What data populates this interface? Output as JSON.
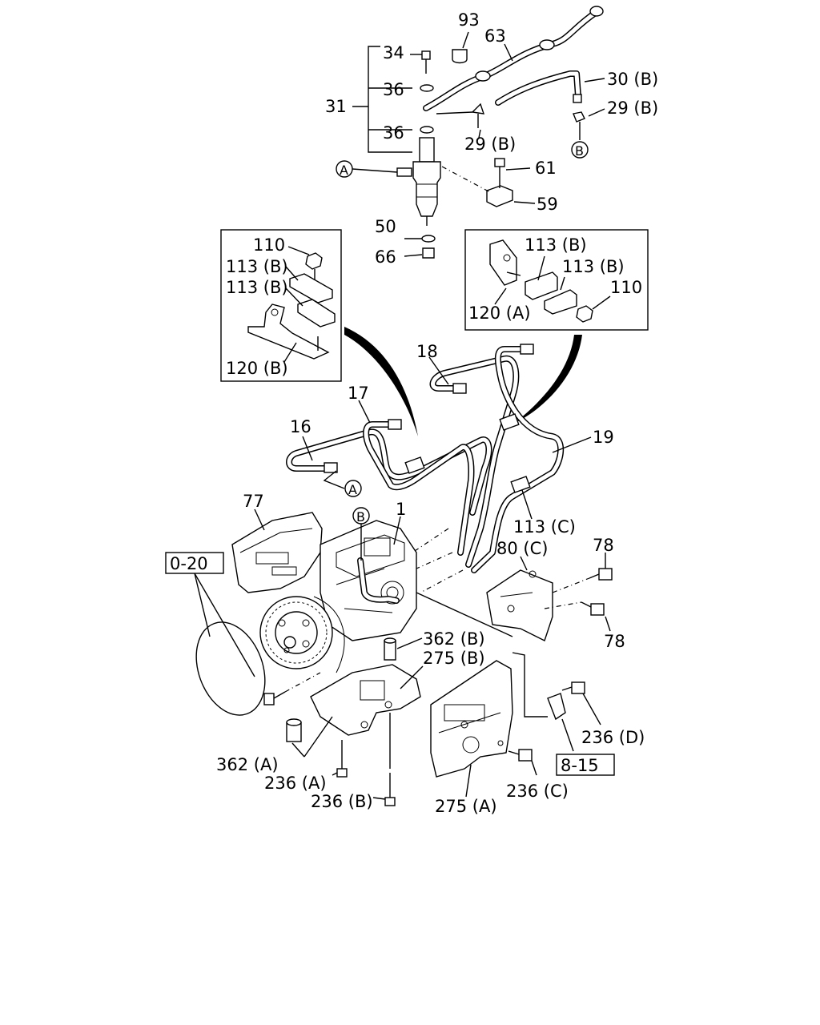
{
  "labels": {
    "l93": "93",
    "l63": "63",
    "l34": "34",
    "l36a": "36",
    "l36b": "36",
    "l31": "31",
    "l30b": "30 (B)",
    "l29b1": "29 (B)",
    "l29b2": "29 (B)",
    "lBtop": "B",
    "lAinj": "A",
    "l61": "61",
    "l59": "59",
    "l50": "50",
    "l66": "66",
    "l110L": "110",
    "l113bL1": "113 (B)",
    "l113bL2": "113 (B)",
    "l120b": "120 (B)",
    "l113bR1": "113 (B)",
    "l113bR2": "113 (B)",
    "l110R": "110",
    "l120a": "120 (A)",
    "l18": "18",
    "l17": "17",
    "l16": "16",
    "l19": "19",
    "lApipe": "A",
    "l77": "77",
    "lBpump": "B",
    "l1": "1",
    "l113c": "113 (C)",
    "l80c": "80 (C)",
    "l78a": "78",
    "l78b": "78",
    "l020": "0-20",
    "l362b": "362 (B)",
    "l275b": "275 (B)",
    "l362a": "362 (A)",
    "l236a": "236 (A)",
    "l236b": "236 (B)",
    "l275a": "275 (A)",
    "l236c": "236 (C)",
    "l236d": "236 (D)",
    "l815": "8-15"
  }
}
